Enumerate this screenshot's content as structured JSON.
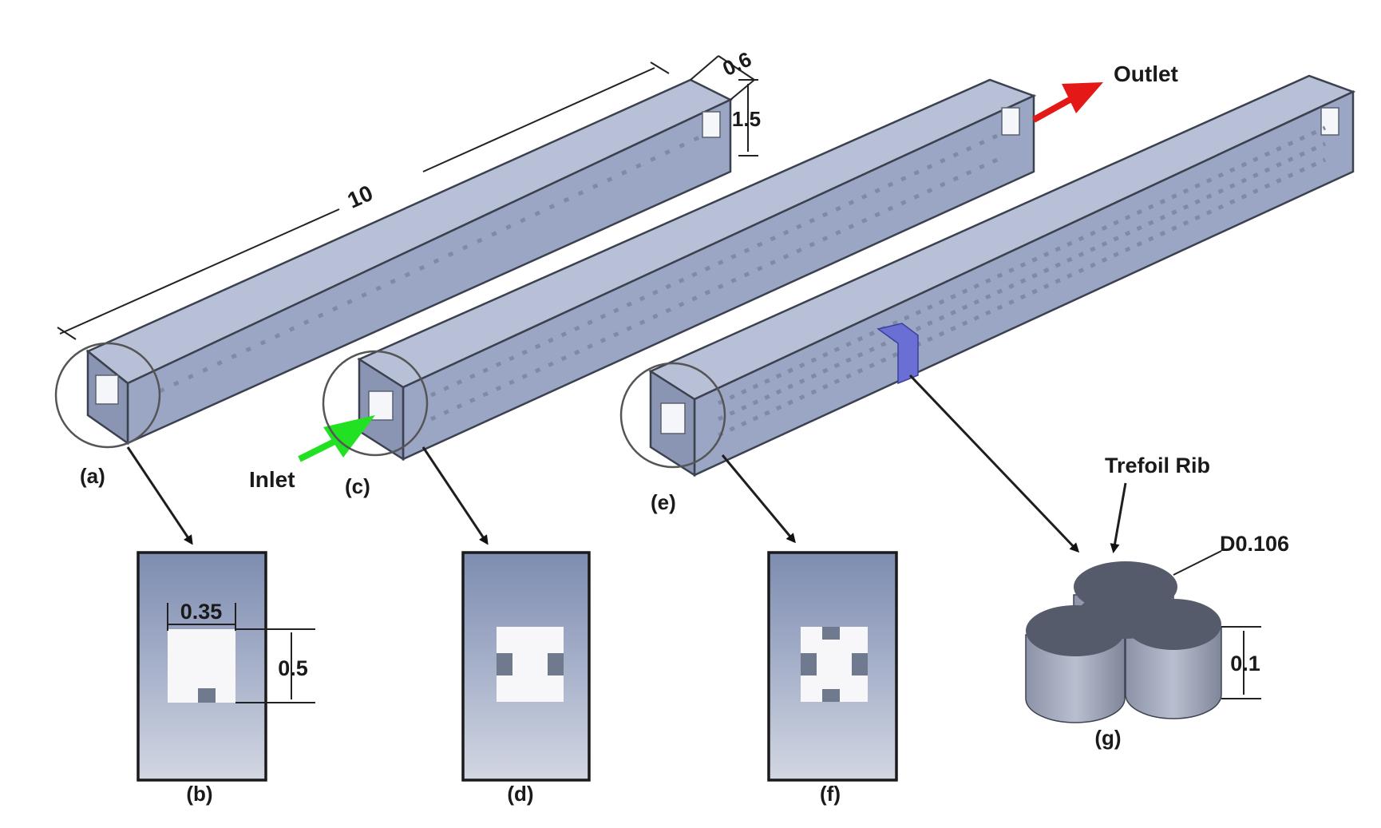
{
  "labels": {
    "a": "(a)",
    "b": "(b)",
    "c": "(c)",
    "d": "(d)",
    "e": "(e)",
    "f": "(f)",
    "g": "(g)"
  },
  "flow": {
    "inlet": "Inlet",
    "outlet": "Outlet"
  },
  "dimensions": {
    "length": "10",
    "width": "0.6",
    "height": "1.5",
    "opening_width": "0.35",
    "opening_height": "0.5",
    "rib_diameter": "D0.106",
    "rib_height": "0.1"
  },
  "rib_label": "Trefoil Rib",
  "colors": {
    "inlet_arrow": "#22e022",
    "outlet_arrow": "#e51818",
    "duct": "#9aa6c4",
    "rib_highlight": "#6a6fd6"
  }
}
